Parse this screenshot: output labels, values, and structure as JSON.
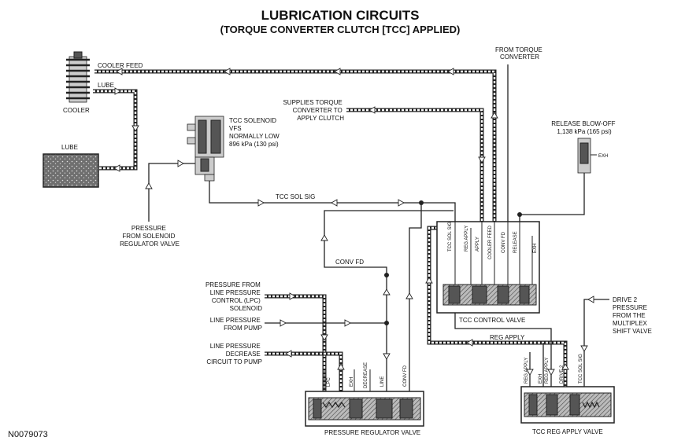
{
  "title": {
    "line1": "LUBRICATION CIRCUITS",
    "line2": "(TORQUE CONVERTER CLUTCH [TCC] APPLIED)"
  },
  "figure_id": "N0079073",
  "labels": {
    "cooler_feed": "COOLER FEED",
    "lube_line": "LUBE",
    "cooler": "COOLER",
    "lube_tank": "LUBE",
    "tcc_solenoid": [
      "TCC SOLENOID",
      "VFS",
      "NORMALLY LOW",
      "896 kPa (130 psi)"
    ],
    "supplies": [
      "SUPPLIES TORQUE",
      "CONVERTER TO",
      "APPLY CLUTCH"
    ],
    "from_converter": [
      "FROM TORQUE",
      "CONVERTER"
    ],
    "release_blowoff": [
      "RELEASE BLOW-OFF",
      "1,138 kPa (165 psi)"
    ],
    "exh": "EXH",
    "tcc_sol_sig": "TCC SOL SIG",
    "pressure_from_solenoid": [
      "PRESSURE",
      "FROM SOLENOID",
      "REGULATOR VALVE"
    ],
    "conv_fd": "CONV FD",
    "pressure_from_lpc": [
      "PRESSURE FROM",
      "LINE PRESSURE",
      "CONTROL (LPC)",
      "SOLENOID"
    ],
    "line_from_pump": [
      "LINE PRESSURE",
      "FROM PUMP"
    ],
    "line_decrease": [
      "LINE PRESSURE",
      "DECREASE",
      "CIRCUIT TO PUMP"
    ],
    "drive2": [
      "DRIVE 2",
      "PRESSURE",
      "FROM THE",
      "MULTIPLEX",
      "SHIFT VALVE"
    ],
    "reg_apply": "REG APPLY",
    "tcc_control_valve": "TCC CONTROL VALVE",
    "pressure_regulator_valve": "PRESSURE REGULATOR VALVE",
    "tcc_reg_apply_valve": "TCC REG APPLY VALVE",
    "tcv_ports": [
      "TCC SOL SIG",
      "REG APPLY",
      "APPLY",
      "COOLER FEED",
      "CONV FD",
      "RELEASE",
      "EXH"
    ],
    "prv_ports": [
      "LPC",
      "EXH",
      "DECREASE",
      "LINE",
      "CONV FD"
    ],
    "trav_ports": [
      "REG APPLY",
      "EXH",
      "REG APPLY",
      "DRIVE 2",
      "TCC SOL SIG"
    ]
  }
}
